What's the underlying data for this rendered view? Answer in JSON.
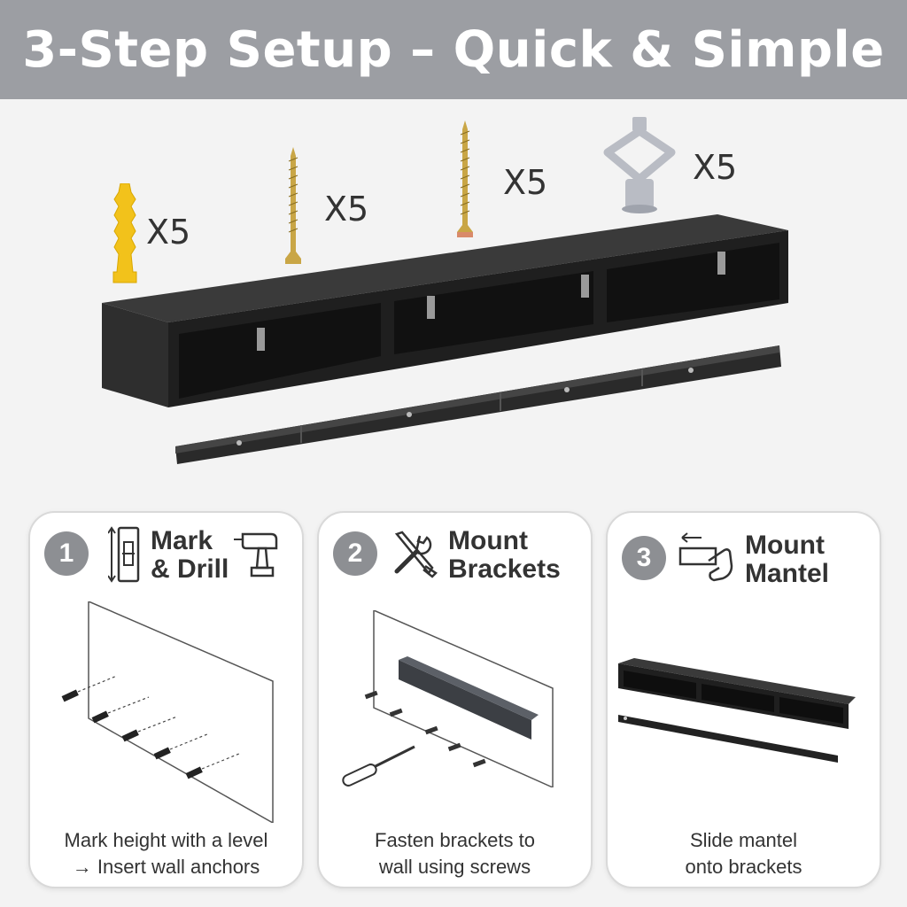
{
  "title": "3-Step Setup – Quick & Simple",
  "hardware": [
    {
      "item": "yellow-anchor",
      "qty": "X5"
    },
    {
      "item": "short-screw",
      "qty": "X5"
    },
    {
      "item": "long-screw",
      "qty": "X5"
    },
    {
      "item": "drywall-anchor",
      "qty": "X5"
    }
  ],
  "steps": [
    {
      "number": "1",
      "title_line1": "Mark",
      "title_line2": "& Drill",
      "caption_line1": "Mark height with a level",
      "caption_line2": "→ Insert wall anchors",
      "icons": [
        "level-icon",
        "drill-icon"
      ]
    },
    {
      "number": "2",
      "title_line1": "Mount",
      "title_line2": "Brackets",
      "caption_line1": "Fasten brackets to",
      "caption_line2": "wall using screws",
      "icons": [
        "tools-icon"
      ]
    },
    {
      "number": "3",
      "title_line1": "Mount",
      "title_line2": "Mantel",
      "caption_line1": "Slide mantel",
      "caption_line2": "onto brackets",
      "icons": [
        "slide-hand-icon"
      ]
    }
  ],
  "colors": {
    "banner": "#9c9ea3",
    "shelf": "#2b2b2b",
    "badge": "#8d8f93",
    "brass": "#c9a646",
    "anchor": "#f2c21b"
  }
}
